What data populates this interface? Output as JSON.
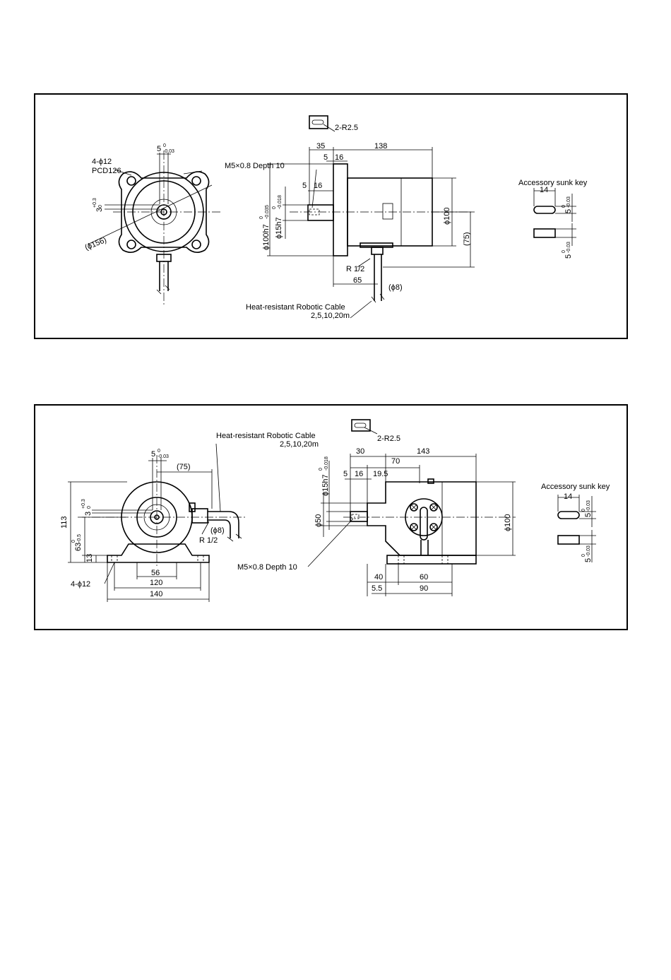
{
  "flange_panel": {
    "keyway_callout": "2-R2.5",
    "dim_138": "138",
    "dim_35": "35",
    "dim_5": "5",
    "dim_16": "16",
    "tap_callout": "M5×0.8 Depth 10",
    "dim_5_side": "5",
    "dim_16_side": "16",
    "key_width": "5",
    "key_width_tol": [
      "0",
      "-0.03"
    ],
    "mount_holes": "4-ϕ12",
    "pcd": "PCD126",
    "dim_3": "3",
    "dim_3_tol": [
      "+0.3",
      "0"
    ],
    "dia_156": "(ϕ156)",
    "pilot_dia": "ϕ100h7",
    "pilot_tol": [
      "0",
      "-0.035"
    ],
    "shaft_dia": "ϕ15h7",
    "shaft_tol": [
      "0",
      "-0.018"
    ],
    "body_dia": "ϕ100",
    "dim_75": "(75)",
    "thread": "R 1/2",
    "dim_65": "65",
    "cable_dia": "(ϕ8)",
    "cable_label": "Heat-resistant Robotic Cable",
    "cable_lengths": "2,5,10,20m",
    "key_title": "Accessory sunk key",
    "key_length": "14",
    "key_dim": "5",
    "key_tol": [
      "0",
      "-0.03"
    ],
    "key_dim2": "5",
    "key_tol2": [
      "0",
      "-0.03"
    ]
  },
  "foot_panel": {
    "keyway_callout": "2-R2.5",
    "cable_label": "Heat-resistant Robotic Cable",
    "cable_lengths": "2,5,10,20m",
    "key_width": "5",
    "key_width_tol": [
      "0",
      "-0.03"
    ],
    "dim_75": "(75)",
    "dim_3": "3",
    "dim_3_tol": [
      "+0.3",
      "0"
    ],
    "dim_113": "113",
    "dim_63": "63",
    "dim_63_tol": [
      "0",
      "-0.5"
    ],
    "dim_13": "13",
    "cable_dia": "(ϕ8)",
    "thread": "R 1/2",
    "dim_56": "56",
    "mount_holes": "4-ϕ12",
    "dim_120": "120",
    "dim_140": "140",
    "dim_30": "30",
    "dim_143": "143",
    "dim_70": "70",
    "dim_5": "5",
    "dim_16": "16",
    "dim_19_5": "19.5",
    "shaft_dia": "ϕ15h7",
    "shaft_tol": [
      "0",
      "-0.018"
    ],
    "dia_50": "ϕ50",
    "tap_callout": "M5×0.8 Depth 10",
    "body_dia": "ϕ100",
    "dim_40": "40",
    "dim_60": "60",
    "dim_5_5": "5.5",
    "dim_90": "90",
    "key_title": "Accessory sunk key",
    "key_length": "14",
    "key_dim": "5",
    "key_tol": [
      "0",
      "-0.03"
    ],
    "key_dim2": "5",
    "key_tol2": [
      "0",
      "-0.03"
    ]
  }
}
